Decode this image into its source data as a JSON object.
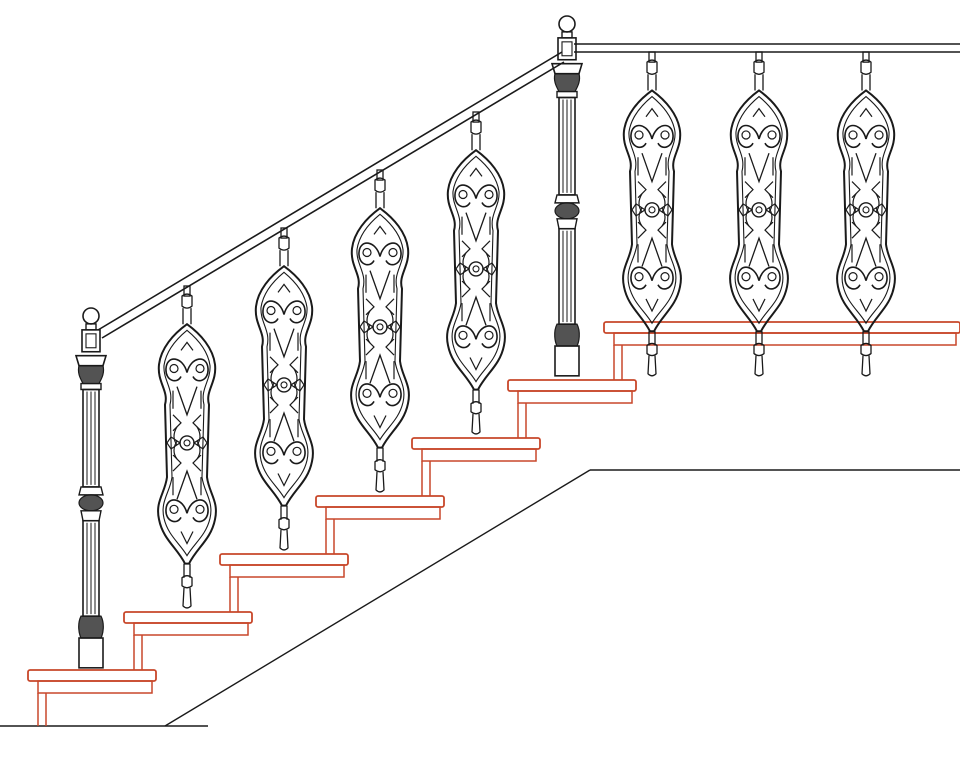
{
  "colors": {
    "background": "#ffffff",
    "ironwork": "#1a1a1a",
    "stair_tread": "#c8472a"
  },
  "drawing": {
    "stair_steps": 7,
    "sloped_balusters": 4,
    "landing_balusters": 3,
    "newel_posts": 2
  }
}
